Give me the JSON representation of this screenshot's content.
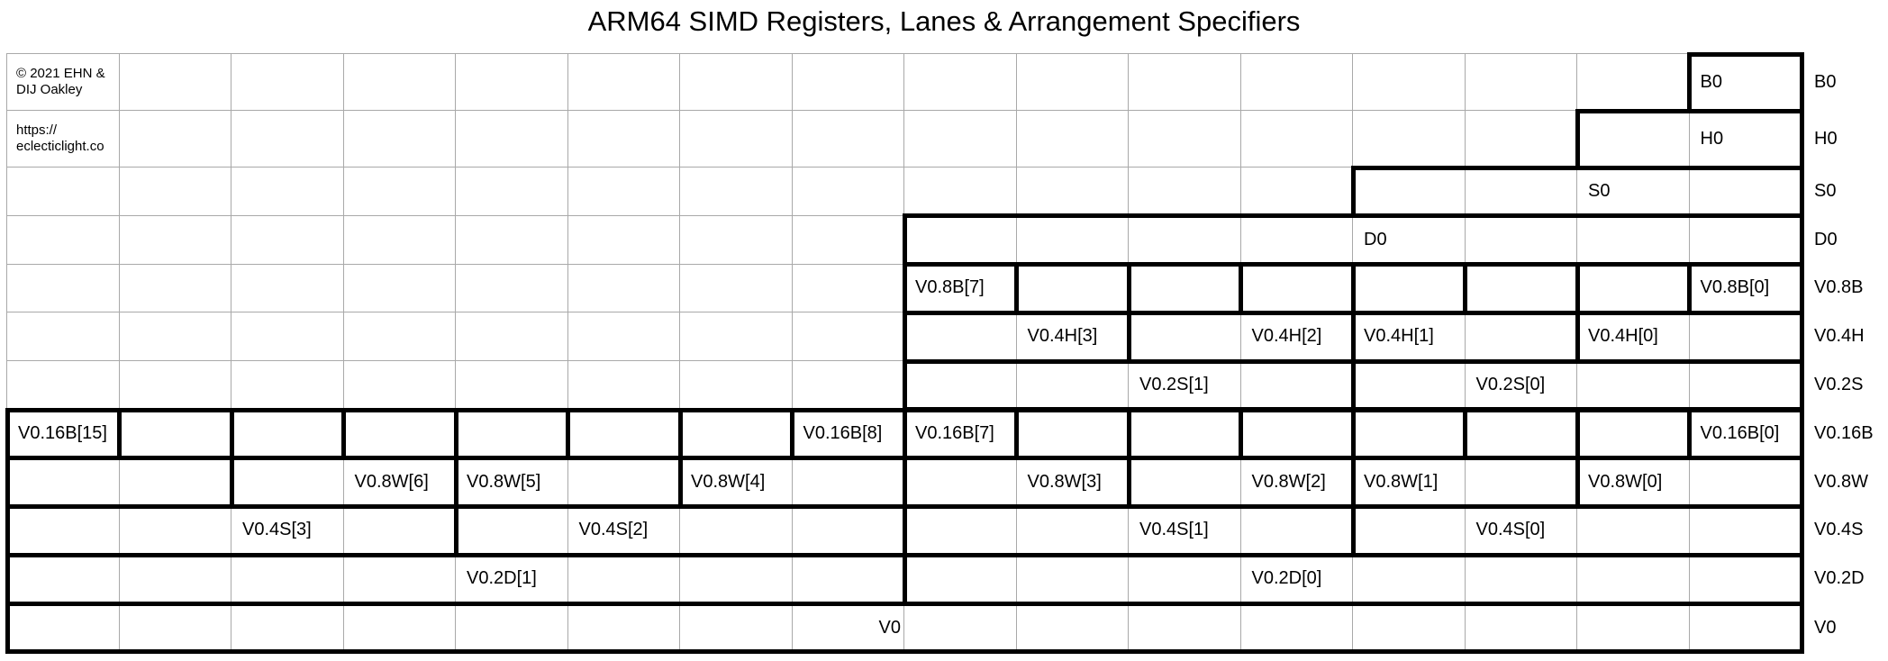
{
  "title": "ARM64 SIMD Registers, Lanes & Arrangement Specifiers",
  "colors": {
    "background": "#ffffff",
    "thin_grid_line": "#a9a9a9",
    "thick_border": "#000000",
    "text": "#000000"
  },
  "grid": {
    "columns": 16,
    "corner_notes": [
      {
        "name": "copyright-note",
        "row": 0,
        "col": 0,
        "lines": [
          "© 2021 EHN &",
          "DIJ Oakley"
        ]
      },
      {
        "name": "website-note",
        "row": 1,
        "col": 0,
        "lines": [
          "https://",
          "eclecticlight.co"
        ]
      }
    ],
    "rows": [
      {
        "label": "B0",
        "boxes": [
          {
            "start": 15,
            "span": 1,
            "labels": [
              {
                "text": "B0",
                "col": 15
              }
            ]
          }
        ]
      },
      {
        "label": "H0",
        "boxes": [
          {
            "start": 14,
            "span": 2,
            "labels": [
              {
                "text": "H0",
                "col": 15
              }
            ]
          }
        ]
      },
      {
        "label": "S0",
        "boxes": [
          {
            "start": 12,
            "span": 4,
            "labels": [
              {
                "text": "S0",
                "col": 14
              }
            ]
          }
        ]
      },
      {
        "label": "D0",
        "boxes": [
          {
            "start": 8,
            "span": 8,
            "labels": [
              {
                "text": "D0",
                "col": 12
              }
            ]
          }
        ]
      },
      {
        "label": "V0.8B",
        "boxes": [
          {
            "start": 8,
            "span": 1,
            "labels": [
              {
                "text": "V0.8B[7]",
                "col": 8
              }
            ]
          },
          {
            "start": 9,
            "span": 1,
            "labels": []
          },
          {
            "start": 10,
            "span": 1,
            "labels": []
          },
          {
            "start": 11,
            "span": 1,
            "labels": []
          },
          {
            "start": 12,
            "span": 1,
            "labels": []
          },
          {
            "start": 13,
            "span": 1,
            "labels": []
          },
          {
            "start": 14,
            "span": 1,
            "labels": []
          },
          {
            "start": 15,
            "span": 1,
            "labels": [
              {
                "text": "V0.8B[0]",
                "col": 15
              }
            ]
          }
        ]
      },
      {
        "label": "V0.4H",
        "boxes": [
          {
            "start": 8,
            "span": 2,
            "labels": [
              {
                "text": "V0.4H[3]",
                "col": 9
              }
            ]
          },
          {
            "start": 10,
            "span": 2,
            "labels": [
              {
                "text": "V0.4H[2]",
                "col": 11
              }
            ]
          },
          {
            "start": 12,
            "span": 2,
            "labels": [
              {
                "text": "V0.4H[1]",
                "col": 12
              }
            ]
          },
          {
            "start": 14,
            "span": 2,
            "labels": [
              {
                "text": "V0.4H[0]",
                "col": 14
              }
            ]
          }
        ]
      },
      {
        "label": "V0.2S",
        "boxes": [
          {
            "start": 8,
            "span": 4,
            "labels": [
              {
                "text": "V0.2S[1]",
                "col": 10
              }
            ]
          },
          {
            "start": 12,
            "span": 4,
            "labels": [
              {
                "text": "V0.2S[0]",
                "col": 13
              }
            ]
          }
        ]
      },
      {
        "label": "V0.16B",
        "boxes": [
          {
            "start": 0,
            "span": 1,
            "labels": [
              {
                "text": "V0.16B[15]",
                "col": 0
              }
            ]
          },
          {
            "start": 1,
            "span": 1,
            "labels": []
          },
          {
            "start": 2,
            "span": 1,
            "labels": []
          },
          {
            "start": 3,
            "span": 1,
            "labels": []
          },
          {
            "start": 4,
            "span": 1,
            "labels": []
          },
          {
            "start": 5,
            "span": 1,
            "labels": []
          },
          {
            "start": 6,
            "span": 1,
            "labels": []
          },
          {
            "start": 7,
            "span": 1,
            "labels": [
              {
                "text": "V0.16B[8]",
                "col": 7
              }
            ]
          },
          {
            "start": 8,
            "span": 1,
            "labels": [
              {
                "text": "V0.16B[7]",
                "col": 8
              }
            ]
          },
          {
            "start": 9,
            "span": 1,
            "labels": []
          },
          {
            "start": 10,
            "span": 1,
            "labels": []
          },
          {
            "start": 11,
            "span": 1,
            "labels": []
          },
          {
            "start": 12,
            "span": 1,
            "labels": []
          },
          {
            "start": 13,
            "span": 1,
            "labels": []
          },
          {
            "start": 14,
            "span": 1,
            "labels": []
          },
          {
            "start": 15,
            "span": 1,
            "labels": [
              {
                "text": "V0.16B[0]",
                "col": 15
              }
            ]
          }
        ]
      },
      {
        "label": "V0.8W",
        "boxes": [
          {
            "start": 0,
            "span": 2,
            "labels": []
          },
          {
            "start": 2,
            "span": 2,
            "labels": [
              {
                "text": "V0.8W[6]",
                "col": 3
              }
            ]
          },
          {
            "start": 4,
            "span": 2,
            "labels": [
              {
                "text": "V0.8W[5]",
                "col": 4
              }
            ]
          },
          {
            "start": 6,
            "span": 2,
            "labels": [
              {
                "text": "V0.8W[4]",
                "col": 6
              }
            ]
          },
          {
            "start": 8,
            "span": 2,
            "labels": [
              {
                "text": "V0.8W[3]",
                "col": 9
              }
            ]
          },
          {
            "start": 10,
            "span": 2,
            "labels": [
              {
                "text": "V0.8W[2]",
                "col": 11
              }
            ]
          },
          {
            "start": 12,
            "span": 2,
            "labels": [
              {
                "text": "V0.8W[1]",
                "col": 12
              }
            ]
          },
          {
            "start": 14,
            "span": 2,
            "labels": [
              {
                "text": "V0.8W[0]",
                "col": 14
              }
            ]
          }
        ]
      },
      {
        "label": "V0.4S",
        "boxes": [
          {
            "start": 0,
            "span": 4,
            "labels": [
              {
                "text": "V0.4S[3]",
                "col": 2
              }
            ]
          },
          {
            "start": 4,
            "span": 4,
            "labels": [
              {
                "text": "V0.4S[2]",
                "col": 5
              }
            ]
          },
          {
            "start": 8,
            "span": 4,
            "labels": [
              {
                "text": "V0.4S[1]",
                "col": 10
              }
            ]
          },
          {
            "start": 12,
            "span": 4,
            "labels": [
              {
                "text": "V0.4S[0]",
                "col": 13
              }
            ]
          }
        ]
      },
      {
        "label": "V0.2D",
        "boxes": [
          {
            "start": 0,
            "span": 8,
            "labels": [
              {
                "text": "V0.2D[1]",
                "col": 4
              }
            ]
          },
          {
            "start": 8,
            "span": 8,
            "labels": [
              {
                "text": "V0.2D[0]",
                "col": 11
              }
            ]
          }
        ]
      },
      {
        "label": "V0",
        "boxes": [
          {
            "start": 0,
            "span": 16,
            "labels": [
              {
                "text": "V0",
                "col": 7,
                "align": "right"
              }
            ]
          }
        ]
      }
    ]
  }
}
